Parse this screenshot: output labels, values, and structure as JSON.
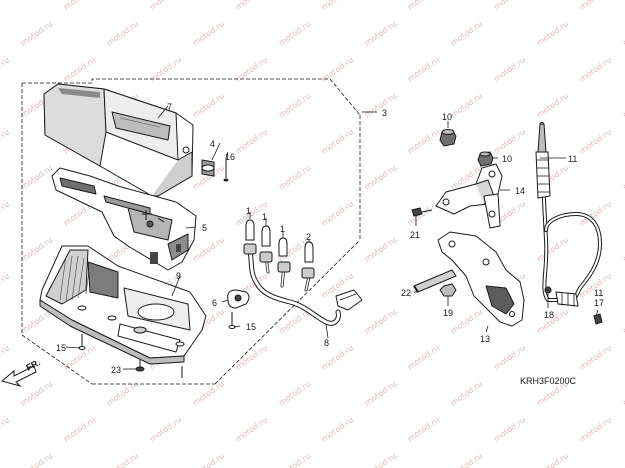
{
  "diagram": {
    "code": "KRH3F0200C",
    "front_label": "FR.",
    "watermark_text": "motod.ru",
    "callouts": {
      "c1a": "1",
      "c1b": "1",
      "c1c": "1",
      "c2": "2",
      "c3": "3",
      "c4": "4",
      "c5": "5",
      "c6": "6",
      "c7": "7",
      "c8": "8",
      "c9": "9",
      "c10a": "10",
      "c10b": "10",
      "c11a": "11",
      "c11b": "11",
      "c13": "13",
      "c14": "14",
      "c15a": "15",
      "c15b": "15",
      "c16": "16",
      "c17": "17",
      "c18": "18",
      "c19": "19",
      "c21": "21",
      "c22": "22",
      "c23": "23"
    }
  },
  "colors": {
    "line": "#1a1a1a",
    "part_fill": "#ffffff",
    "shade": "#c9c9c9",
    "dark": "#6f6f6f",
    "watermark": "#e2bcbc"
  }
}
